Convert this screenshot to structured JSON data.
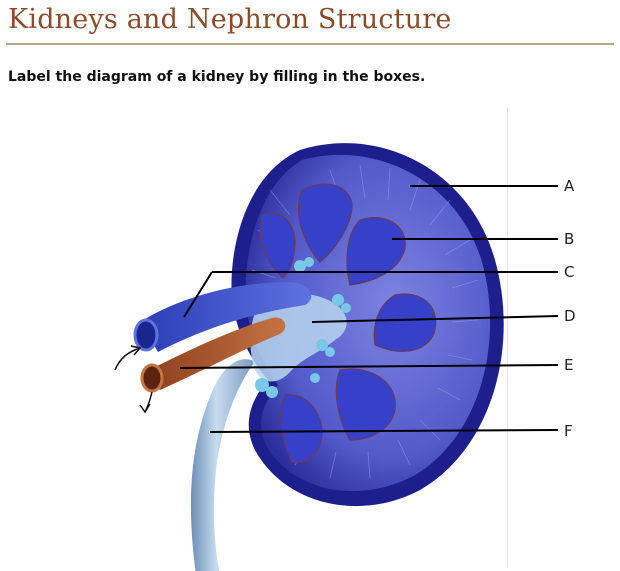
{
  "header": {
    "title": "Kidneys and Nephron Structure",
    "instruction": "Label the diagram of a kidney by filling in the boxes."
  },
  "diagram": {
    "labels": [
      "A",
      "B",
      "C",
      "D",
      "E",
      "F"
    ]
  },
  "colors": {
    "title": "#8a4b2a",
    "cortex_dark": "#1d1f8c",
    "medulla": "#3640c8",
    "pelvis": "#9fc3e6",
    "artery": "#b05a2e",
    "vein": "#3d52c9",
    "ureter": "#8faed0"
  }
}
